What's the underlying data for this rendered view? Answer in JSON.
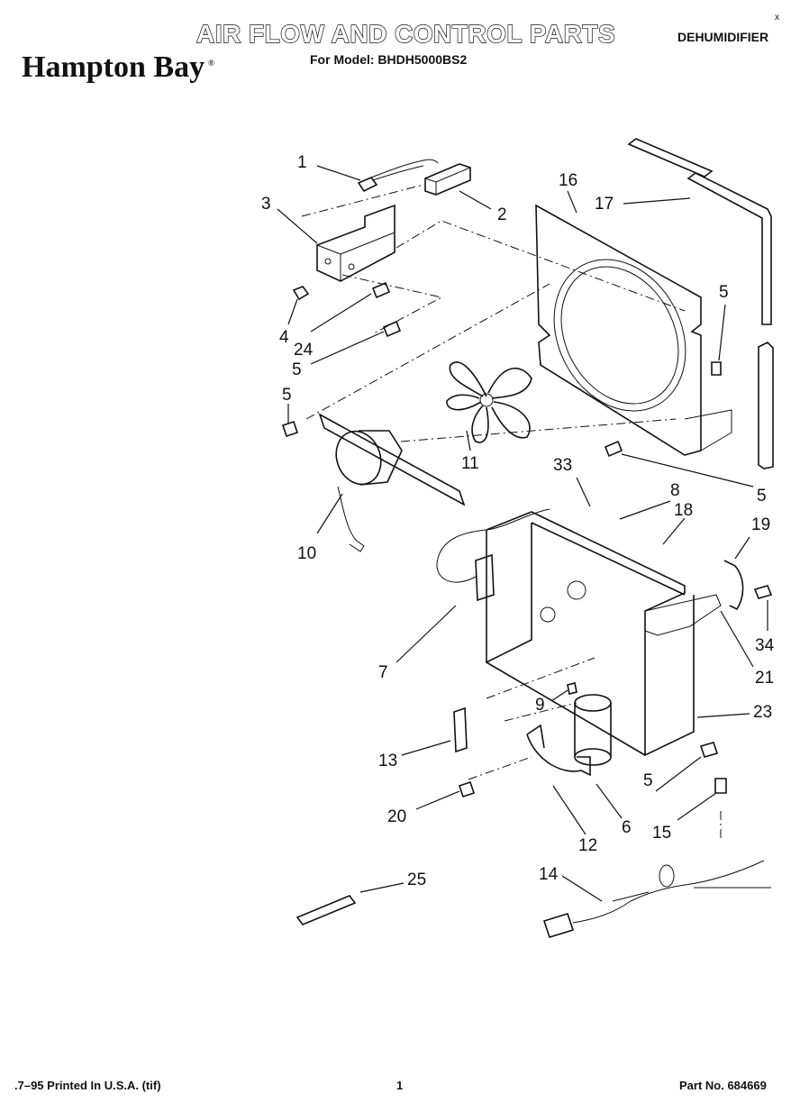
{
  "header": {
    "title": "AIR FLOW AND CONTROL PARTS",
    "subtitle": "For Model: BHDH5000BS2",
    "category": "DEHUMIDIFIER",
    "brand": "Hampton Bay",
    "brand_mark": "®",
    "corner_mark": "x"
  },
  "footer": {
    "left": ".7–95 Printed In U.S.A. (tif)",
    "page": "1",
    "right": "Part No. 684669"
  },
  "callouts": [
    {
      "id": "1",
      "label": "1"
    },
    {
      "id": "2",
      "label": "2"
    },
    {
      "id": "3",
      "label": "3"
    },
    {
      "id": "4",
      "label": "4"
    },
    {
      "id": "24",
      "label": "24"
    },
    {
      "id": "5a",
      "label": "5"
    },
    {
      "id": "5b",
      "label": "5"
    },
    {
      "id": "5c",
      "label": "5"
    },
    {
      "id": "5d",
      "label": "5"
    },
    {
      "id": "5e",
      "label": "5"
    },
    {
      "id": "16",
      "label": "16"
    },
    {
      "id": "17",
      "label": "17"
    },
    {
      "id": "11",
      "label": "11"
    },
    {
      "id": "10",
      "label": "10"
    },
    {
      "id": "33",
      "label": "33"
    },
    {
      "id": "8",
      "label": "8"
    },
    {
      "id": "18",
      "label": "18"
    },
    {
      "id": "19",
      "label": "19"
    },
    {
      "id": "34",
      "label": "34"
    },
    {
      "id": "21",
      "label": "21"
    },
    {
      "id": "7",
      "label": "7"
    },
    {
      "id": "9",
      "label": "9"
    },
    {
      "id": "23",
      "label": "23"
    },
    {
      "id": "13",
      "label": "13"
    },
    {
      "id": "20",
      "label": "20"
    },
    {
      "id": "6",
      "label": "6"
    },
    {
      "id": "12",
      "label": "12"
    },
    {
      "id": "15",
      "label": "15"
    },
    {
      "id": "14",
      "label": "14"
    },
    {
      "id": "25",
      "label": "25"
    }
  ]
}
